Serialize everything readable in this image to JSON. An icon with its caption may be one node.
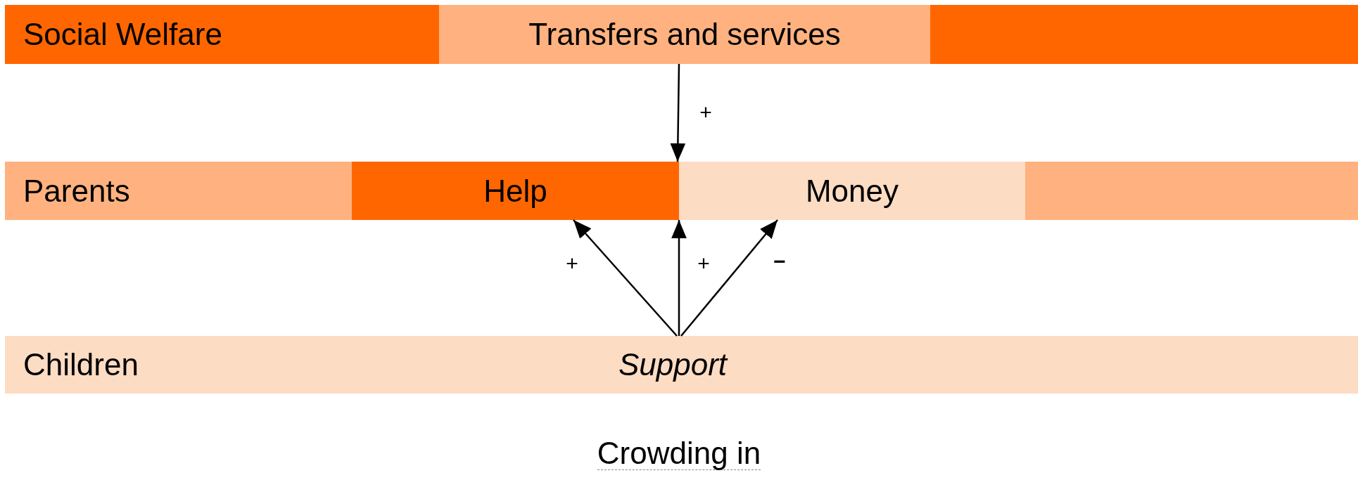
{
  "diagram": {
    "caption": "Crowding in",
    "nodes": [
      {
        "text": [
          "Social Welfare"
        ]
      },
      {
        "text": [
          "Transfers and services"
        ],
        "in": 0
      },
      {
        "text": [
          "Parents"
        ]
      },
      {
        "text": [
          "Help"
        ],
        "in": 2
      },
      {
        "text": [
          "Money"
        ],
        "in": 2
      },
      {
        "text": [
          "Children"
        ]
      },
      {
        "text": [
          "Support"
        ],
        "in": 5
      }
    ],
    "edges": [
      {
        "from": 1,
        "to": 2,
        "arrow": "to",
        "label": "+"
      },
      {
        "from": 6,
        "to": 3,
        "arrow": "to",
        "label": "+"
      },
      {
        "from": 6,
        "to": 2,
        "arrow": "to",
        "label": "+"
      },
      {
        "from": 6,
        "to": 4,
        "arrow": "to",
        "label": "−"
      }
    ]
  }
}
